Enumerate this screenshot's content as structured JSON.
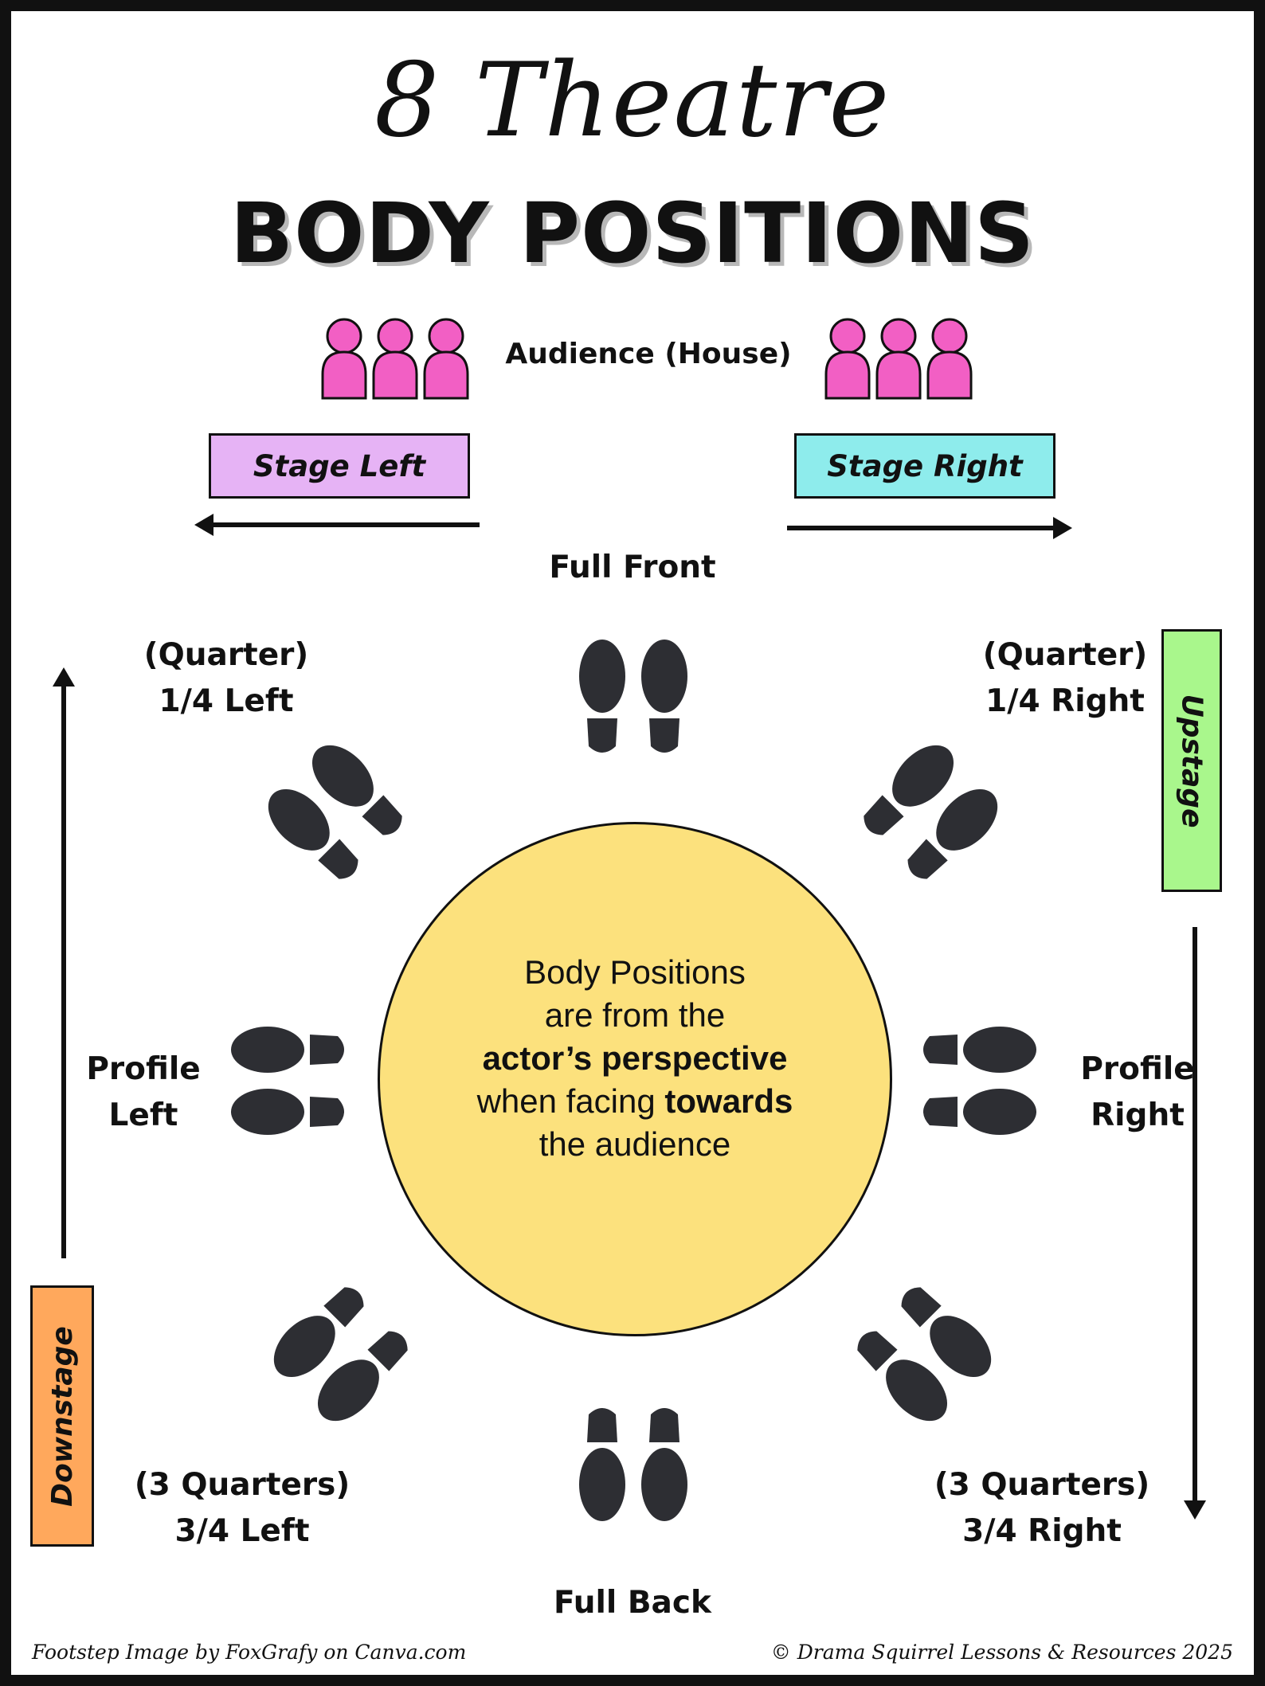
{
  "title": {
    "script": "8 Theatre",
    "bold": "BODY POSITIONS"
  },
  "audience": {
    "label": "Audience (House)",
    "color": "#f25fc4",
    "icon": "audience-icon"
  },
  "stage_left": {
    "label": "Stage Left",
    "color": "#e6b3f5"
  },
  "stage_right": {
    "label": "Stage Right",
    "color": "#8eecec"
  },
  "upstage": {
    "label": "Upstage",
    "color": "#a9f78c"
  },
  "downstage": {
    "label": "Downstage",
    "color": "#ffa85c"
  },
  "positions": {
    "full_front": "Full Front",
    "quarter_left": {
      "line1": "(Quarter)",
      "line2": "1/4 Left"
    },
    "quarter_right": {
      "line1": "(Quarter)",
      "line2": "1/4 Right"
    },
    "profile_left": {
      "line1": "Profile",
      "line2": "Left"
    },
    "profile_right": {
      "line1": "Profile",
      "line2": "Right"
    },
    "three_quarter_left": {
      "line1": "(3 Quarters)",
      "line2": "3/4 Left"
    },
    "three_quarter_right": {
      "line1": "(3 Quarters)",
      "line2": "3/4 Right"
    },
    "full_back": "Full Back"
  },
  "center": {
    "line1": "Body Positions",
    "line2": "are from the",
    "line3": "actor’s perspective",
    "line4a": "when facing ",
    "line4b": "towards",
    "line5": "the audience",
    "color": "#fce17d"
  },
  "footer": {
    "left": "Footstep Image by FoxGrafy on Canva.com",
    "right": "© Drama Squirrel Lessons & Resources 2025"
  },
  "footprint_icon": "footprint-icon"
}
